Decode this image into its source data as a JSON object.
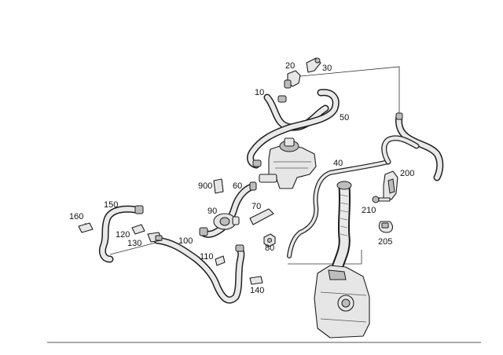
{
  "callouts": {
    "c10": "10",
    "c20": "20",
    "c30": "30",
    "c40": "40",
    "c50": "50",
    "c60": "60",
    "c70": "70",
    "c80": "80",
    "c90": "90",
    "c100": "100",
    "c110": "110",
    "c120": "120",
    "c130": "130",
    "c140": "140",
    "c150": "150",
    "c160": "160",
    "c200": "200",
    "c205": "205",
    "c210": "210",
    "c900": "900"
  }
}
